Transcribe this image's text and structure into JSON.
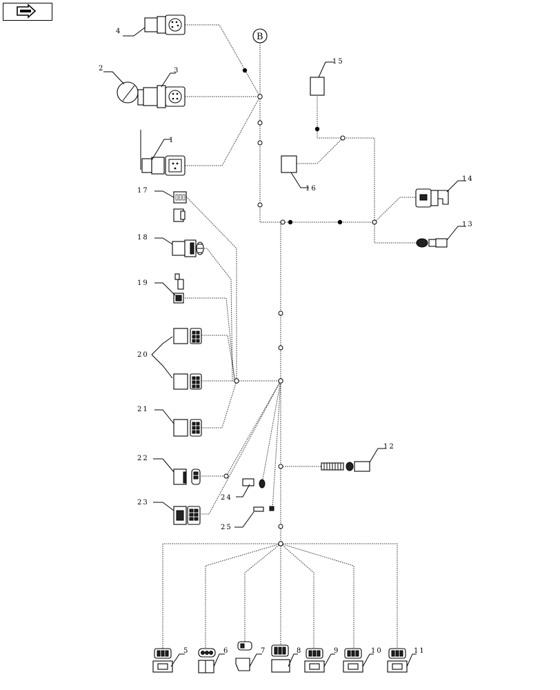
{
  "nav": {
    "icon": "next-page-arrow-icon"
  },
  "diagram": {
    "circle_label": "B",
    "labels": {
      "l1": "1",
      "l2": "2",
      "l3": "3",
      "l4": "4",
      "l5": "5",
      "l6": "6",
      "l7": "7",
      "l8": "8",
      "l9": "9",
      "l10": "10",
      "l11": "11",
      "l12": "12",
      "l13": "13",
      "l14": "14",
      "l15": "15",
      "l16": "16",
      "l17": "17",
      "l18": "18",
      "l19": "19",
      "l20": "20",
      "l21": "21",
      "l22": "22",
      "l23": "23",
      "l24": "24",
      "l25": "25"
    }
  }
}
